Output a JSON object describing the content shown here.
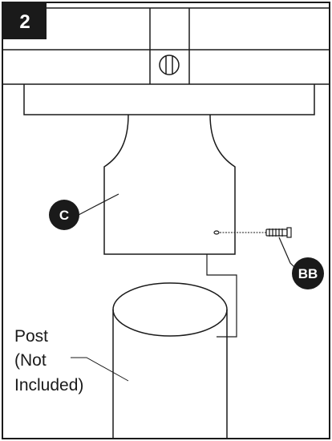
{
  "step": {
    "number": "2"
  },
  "callouts": {
    "part_c": "C",
    "part_bb": "BB"
  },
  "labels": {
    "post_line1": "Post",
    "post_line2": "(Not",
    "post_line3": "Included)"
  },
  "colors": {
    "stroke": "#1a1a1a",
    "badge_fill": "#1a1a1a",
    "badge_text": "#ffffff",
    "background": "#ffffff"
  },
  "icons": {
    "mount_screw": "slotted-screw-icon",
    "bolt": "bolt-icon"
  }
}
